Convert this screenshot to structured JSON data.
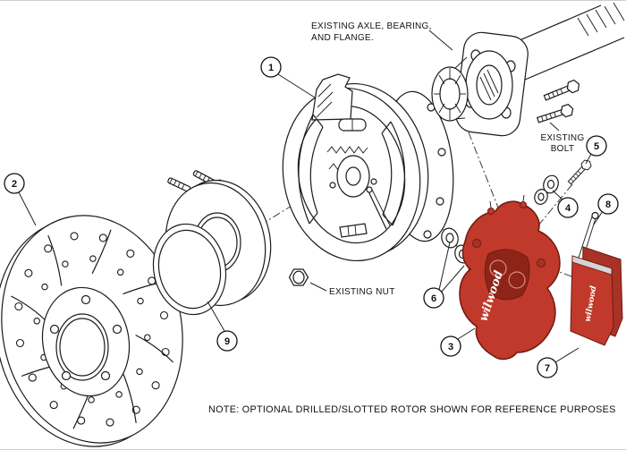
{
  "callouts": [
    {
      "num": "1"
    },
    {
      "num": "2"
    },
    {
      "num": "3"
    },
    {
      "num": "4"
    },
    {
      "num": "5"
    },
    {
      "num": "6"
    },
    {
      "num": "7"
    },
    {
      "num": "8"
    },
    {
      "num": "9"
    }
  ],
  "labels": {
    "axle_line1": "EXISTING AXLE, BEARING,",
    "axle_line2": "AND FLANGE.",
    "bolt_line1": "EXISTING",
    "bolt_line2": "BOLT",
    "nut": "EXISTING NUT",
    "note": "NOTE: OPTIONAL DRILLED/SLOTTED ROTOR SHOWN FOR REFERENCE PURPOSES"
  },
  "brand": {
    "caliper": "wilwood",
    "pad": "wilwood"
  },
  "colors": {
    "line": "#1a1a1a",
    "caliper_red": "#c0392b",
    "caliper_dark_red": "#8e2418",
    "pad_red": "#c0392b",
    "pad_shadow_red": "#a93226",
    "background": "#ffffff"
  }
}
